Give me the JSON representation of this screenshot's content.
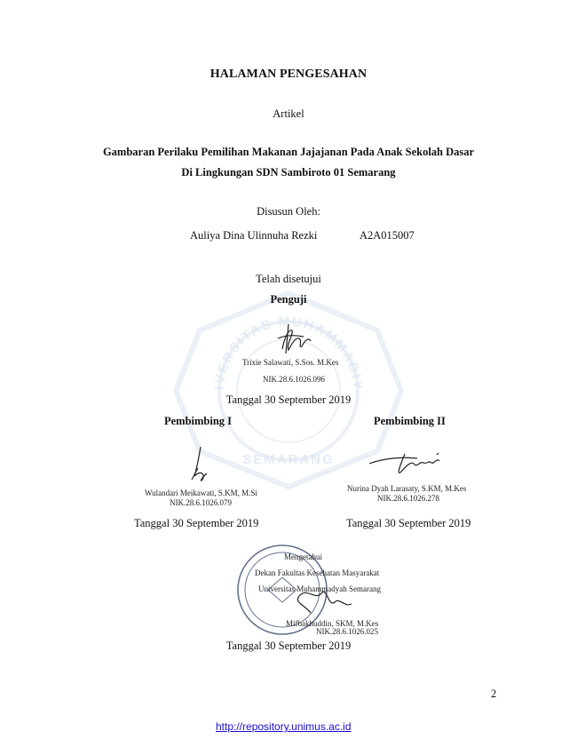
{
  "document": {
    "heading": "HALAMAN PENGESAHAN",
    "type_label": "Artikel",
    "title_line1": "Gambaran Perilaku Pemilihan Makanan Jajajanan Pada Anak Sekolah Dasar",
    "title_line2": "Di Lingkungan SDN Sambiroto 01 Semarang",
    "prepared_by_label": "Disusun Oleh:",
    "author_name": "Auliya Dina Ulinnuha Rezki",
    "author_nim": "A2A015007",
    "approved_label": "Telah disetujui"
  },
  "examiner": {
    "role": "Penguji",
    "name": "Trixie Salawati, S.Sos. M.Kes",
    "nik": "NIK.28.6.1026.096",
    "date": "Tanggal 30 September 2019"
  },
  "advisor1": {
    "role": "Pembimbing I",
    "name": "Wulandari Meikawati, S.KM, M.Si",
    "nik": "NIK.28.6.1026.079",
    "date": "Tanggal 30 September 2019"
  },
  "advisor2": {
    "role": "Pembimbing II",
    "name": "Nurina Dyah Larasaty, S.KM, M.Kes",
    "nik": "NIK.28.6.1026.278",
    "date": "Tanggal 30 September 2019"
  },
  "dean": {
    "acknowledged_label": "Mengetahui",
    "position": "Dekan Fakultas Kesehatan Masyarakat",
    "institution": "Universitas Muhammadyah Semarang",
    "name": "Mifbakhuddin, SKM, M.Kes",
    "nik": "NIK.28.6.1026.025",
    "date": "Tanggal 30 September 2019"
  },
  "watermark": {
    "text_top": "UNIVERSITAS MUHAMMADIYAH",
    "text_bottom": "SEMARANG"
  },
  "footer": {
    "page_number": "2",
    "url": "http://repository.unimus.ac.id"
  },
  "colors": {
    "watermark": "#dde6f2",
    "link": "#1a0dcc",
    "stamp": "#4a5a7a"
  }
}
